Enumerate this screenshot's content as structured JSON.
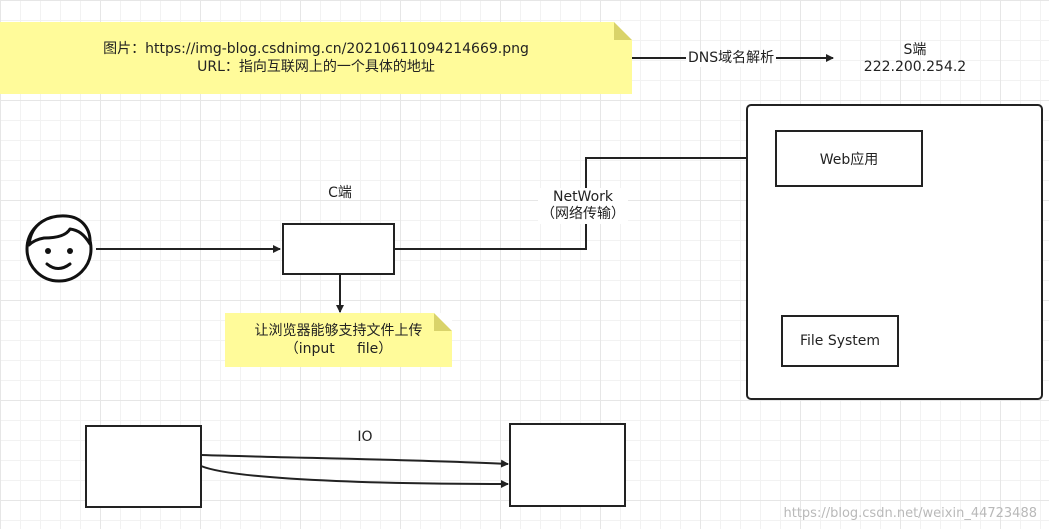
{
  "notes": {
    "top": {
      "line1": "图片：https://img-blog.csdnimg.cn/20210611094214669.png",
      "line2": "URL：指向互联网上的一个具体的地址"
    },
    "browser": {
      "line1": "让浏览器能够支持文件上传",
      "line2": "（input     file）"
    }
  },
  "edges": {
    "dns": "DNS域名解析",
    "network_line1": "NetWork",
    "network_line2": "（网络传输）",
    "io": "IO"
  },
  "server": {
    "title": "S端",
    "ip": "222.200.254.2",
    "web_app": "Web应用",
    "file_system": "File System"
  },
  "client": {
    "title": "C端"
  },
  "user": {
    "icon": "person-face-icon"
  },
  "watermark": "https://blog.csdn.net/weixin_44723488"
}
